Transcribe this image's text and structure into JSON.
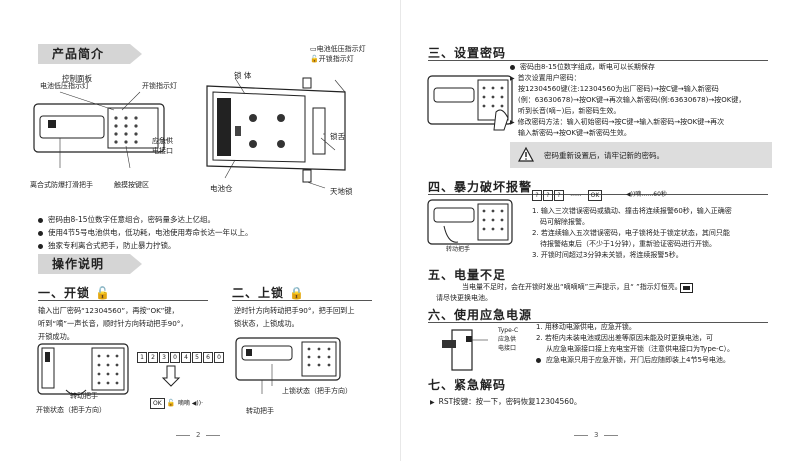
{
  "left": {
    "intro_tag": "产品简介",
    "legend": [
      "电池低压指示灯",
      "开锁指示灯"
    ],
    "control_panel": "控制面板",
    "lock_body": "锁 体",
    "labels": {
      "battery_led": "电池低压指示灯",
      "unlock_led": "开锁指示灯",
      "emergency": [
        "应急供",
        "电接口"
      ],
      "clutch": "离合式防爆打滑把手",
      "touch": "触摸按键区",
      "lock_tongue": "锁舌",
      "battery_box": "电池仓",
      "bolt": "天地锁"
    },
    "features": [
      "密码由8-15位数字任意组合，密码量多达上亿组。",
      "使用4节5号电池供电，低功耗，电池使用寿命长达一年以上。",
      "独家专利离合式把手，防止暴力拧锁。"
    ],
    "ops_tag": "操作说明",
    "s1_title": "一、开锁",
    "s1_text": [
      "输入出厂密码“12304560”，再按“OK”键，",
      "听到“嘀”一声长音，顺时针方向转动把手90°，",
      "开锁成功。"
    ],
    "s1_captions": {
      "turn": "转动把手",
      "state": "开锁状态（把手方向）"
    },
    "digits": [
      "1",
      "2",
      "3",
      "0",
      "4",
      "5",
      "6",
      "0"
    ],
    "ok_label": "OK",
    "sound_left": "嘀嘀  ◀))·",
    "s2_title": "二、上锁",
    "s2_text": [
      "逆时针方向转动把手90°，把手回到上",
      "锁状态，上锁成功。"
    ],
    "s2_captions": {
      "state": "上锁状态（把手方向）",
      "turn": "转动把手"
    },
    "page_number": "2"
  },
  "right": {
    "s3_title": "三、设置密码",
    "s3_lines": [
      "密码由8-15位数字组成，断电可以长期保存",
      "首次设置用户密码：",
      "按12304560键(注:12304560为出厂密码)→按C键→输入新密码",
      "(例：63630678)→按OK键→再次输入新密码(例:63630678)→按OK键，",
      "听到长音(嘀~)后，新密码生效。",
      "修改密码方法：输入初始密码→按C键→输入新密码→按OK键→再次",
      "输入新密码→按OK键→新密码生效。"
    ],
    "warning": "密码重新设置后，请牢记新的密码。",
    "s4_title": "四、暴力破坏报警",
    "s4_keys": [
      "?",
      "?",
      "?",
      "......",
      "OK"
    ],
    "s4_sound": "◀))嘀……60秒",
    "s4_caption": "转动把手",
    "s4_lines": [
      "1. 输入三次错误密码或撬动、撞击将连续报警60秒，输入正确密",
      "码可解除报警。",
      "2. 若连续输入五次错误密码，电子锁将处于锁定状态，其间只能",
      "待报警结束后（不少于1分钟），重新验证密码进行开锁。",
      "3. 开锁时间超过3分钟未关锁，将连续报警5秒。"
    ],
    "s5_title": "五、电量不足",
    "s5_lines": [
      "当电量不足时，会在开锁时发出“嘀嘀嘀”三声提示，且“      ”指示灯恒亮。",
      "请尽快更换电池。"
    ],
    "s6_title": "六、使用应急电源",
    "s6_labels": [
      "Type-C",
      "应急供",
      "电接口"
    ],
    "s6_lines": [
      "1. 用移动电源供电，应急开锁。",
      "2. 若柜内未装电池或因出差等原因未能及时更换电池，可",
      "从应急电源接口接上充电宝开锁（注意供电接口为Type-C）。",
      "应急电源只用于应急开锁，开门后应随即装上4节5号电池。"
    ],
    "s7_title": "七、紧急解码",
    "s7_line": "RST按键：按一下，密码恢复12304560。",
    "page_number": "3"
  }
}
